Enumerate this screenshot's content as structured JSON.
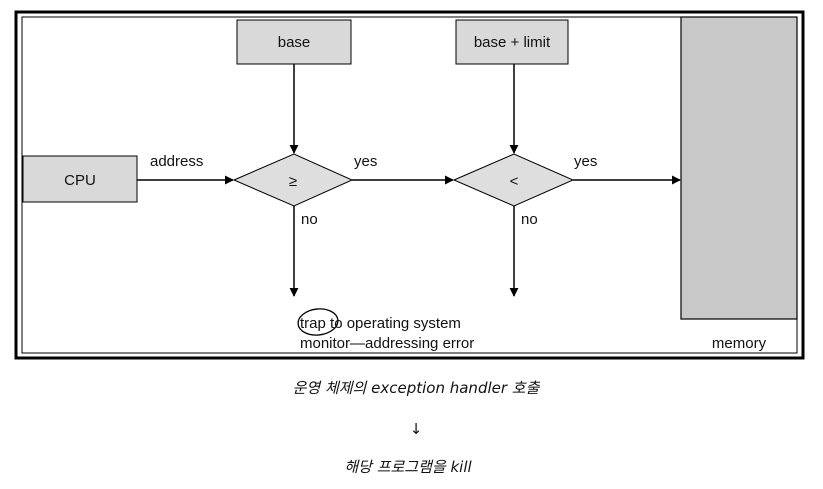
{
  "diagram": {
    "nodes": {
      "cpu": "CPU",
      "base": "base",
      "base_limit": "base + limit",
      "compare_ge": "≥",
      "compare_lt": "<",
      "memory": "memory"
    },
    "edges": {
      "address": "address",
      "yes_1": "yes",
      "no_1": "no",
      "yes_2": "yes",
      "no_2": "no"
    },
    "trap_note": {
      "word": "trap",
      "rest_line1": " to operating system",
      "line2": "monitor—addressing error"
    }
  },
  "annotations": {
    "line1": "운영 체제의 exception handler 호출",
    "arrow": "↓",
    "line2": "해당 프로그램을 kill"
  }
}
